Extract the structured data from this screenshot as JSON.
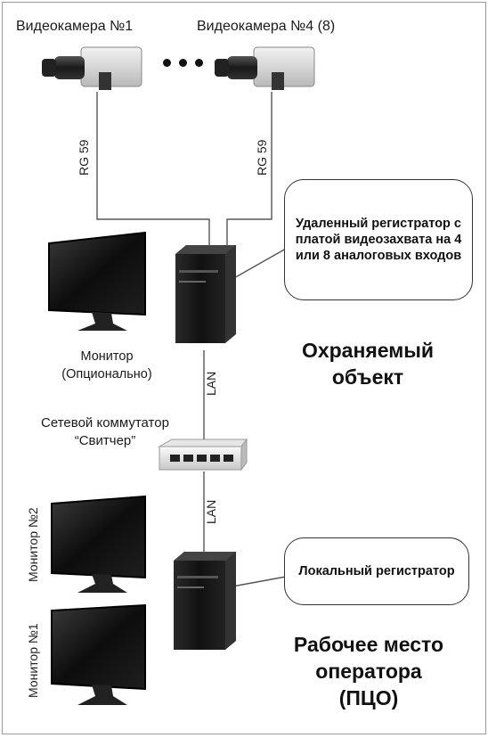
{
  "cameras": [
    {
      "label": "Видеокамера №1",
      "cable": "RG 59"
    },
    {
      "label": "Видеокамера №4 (8)",
      "cable": "RG 59"
    }
  ],
  "remote_recorder": {
    "callout": "Удаленный регистратор с платой видеозахвата на 4 или 8 аналоговых входов"
  },
  "optional_monitor": {
    "line1": "Монитор",
    "line2": "(Опционально)"
  },
  "zone_guarded": {
    "line1": "Охраняемый",
    "line2": "объект"
  },
  "lan_upper": "LAN",
  "switch": {
    "line1": "Сетевой коммутатор",
    "line2": "“Свитчер”"
  },
  "lan_lower": "LAN",
  "operator_monitors": [
    "Монитор №2",
    "Монитор №1"
  ],
  "local_recorder": {
    "callout": "Локальный регистратор"
  },
  "zone_operator": {
    "line1": "Рабочее место",
    "line2": "оператора",
    "line3": "(ПЦО)"
  }
}
